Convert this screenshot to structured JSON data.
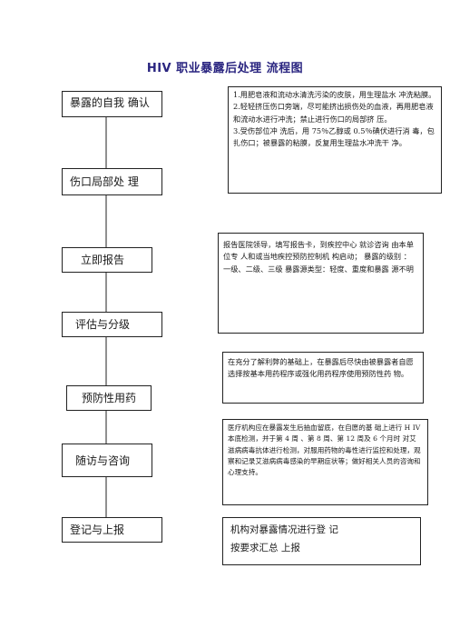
{
  "title": "HIV 职业暴露后处理 流程图",
  "steps": [
    "暴露的自我 确认",
    "伤口局部处 理",
    "立即报告",
    "评估与分级",
    "预防性用药",
    "随访与咨询",
    "登记与上报"
  ],
  "notes": {
    "wound_1": "1.用肥皂液和流动水清洗污染的皮肤，用生理盐水 冲洗粘膜。",
    "wound_2": "2.轻轻挤压伤口旁端，尽可能挤出损伤处的血液，再用肥皂液和流动水进行冲洗；禁止进行伤口的局部挤 压。",
    "wound_3": "3.受伤部位冲 洗后，用 75％乙醇或 0.5％碘伏进行消  毒，包扎伤口；被暴露的粘膜，反复用生理盐水冲洗干 净。",
    "report": "报告医院领导，填写报告卡，到疾控中心    就诊咨询    由本单位专  人和或当地疾控预防控制机 构启动；    暴露的级别 ：一级、二级、三级    暴露源类型：轻度、重度和暴露  源不明",
    "drug": "在充分了解利弊的基础上，在暴露后尽快由被暴露者自愿选择按基本用药程序或强化用药程序使用预防性药  物。",
    "followup": "医疗机构应在暴露发生后抽血留底，在自愿的基   础上进行 H IV 本底检测，并于第 4 周  、第 8 周、第 12 周及   6 个月时    对艾滋病病毒抗体进行检测，对服用药物的毒性进行监控和处理，观察和记录艾滋病病毒感染的早期症状等；做好相关人员的咨询和  心理支持。",
    "register_1": "机构对暴露情况进行登  记",
    "register_2": "按要求汇总  上报"
  }
}
